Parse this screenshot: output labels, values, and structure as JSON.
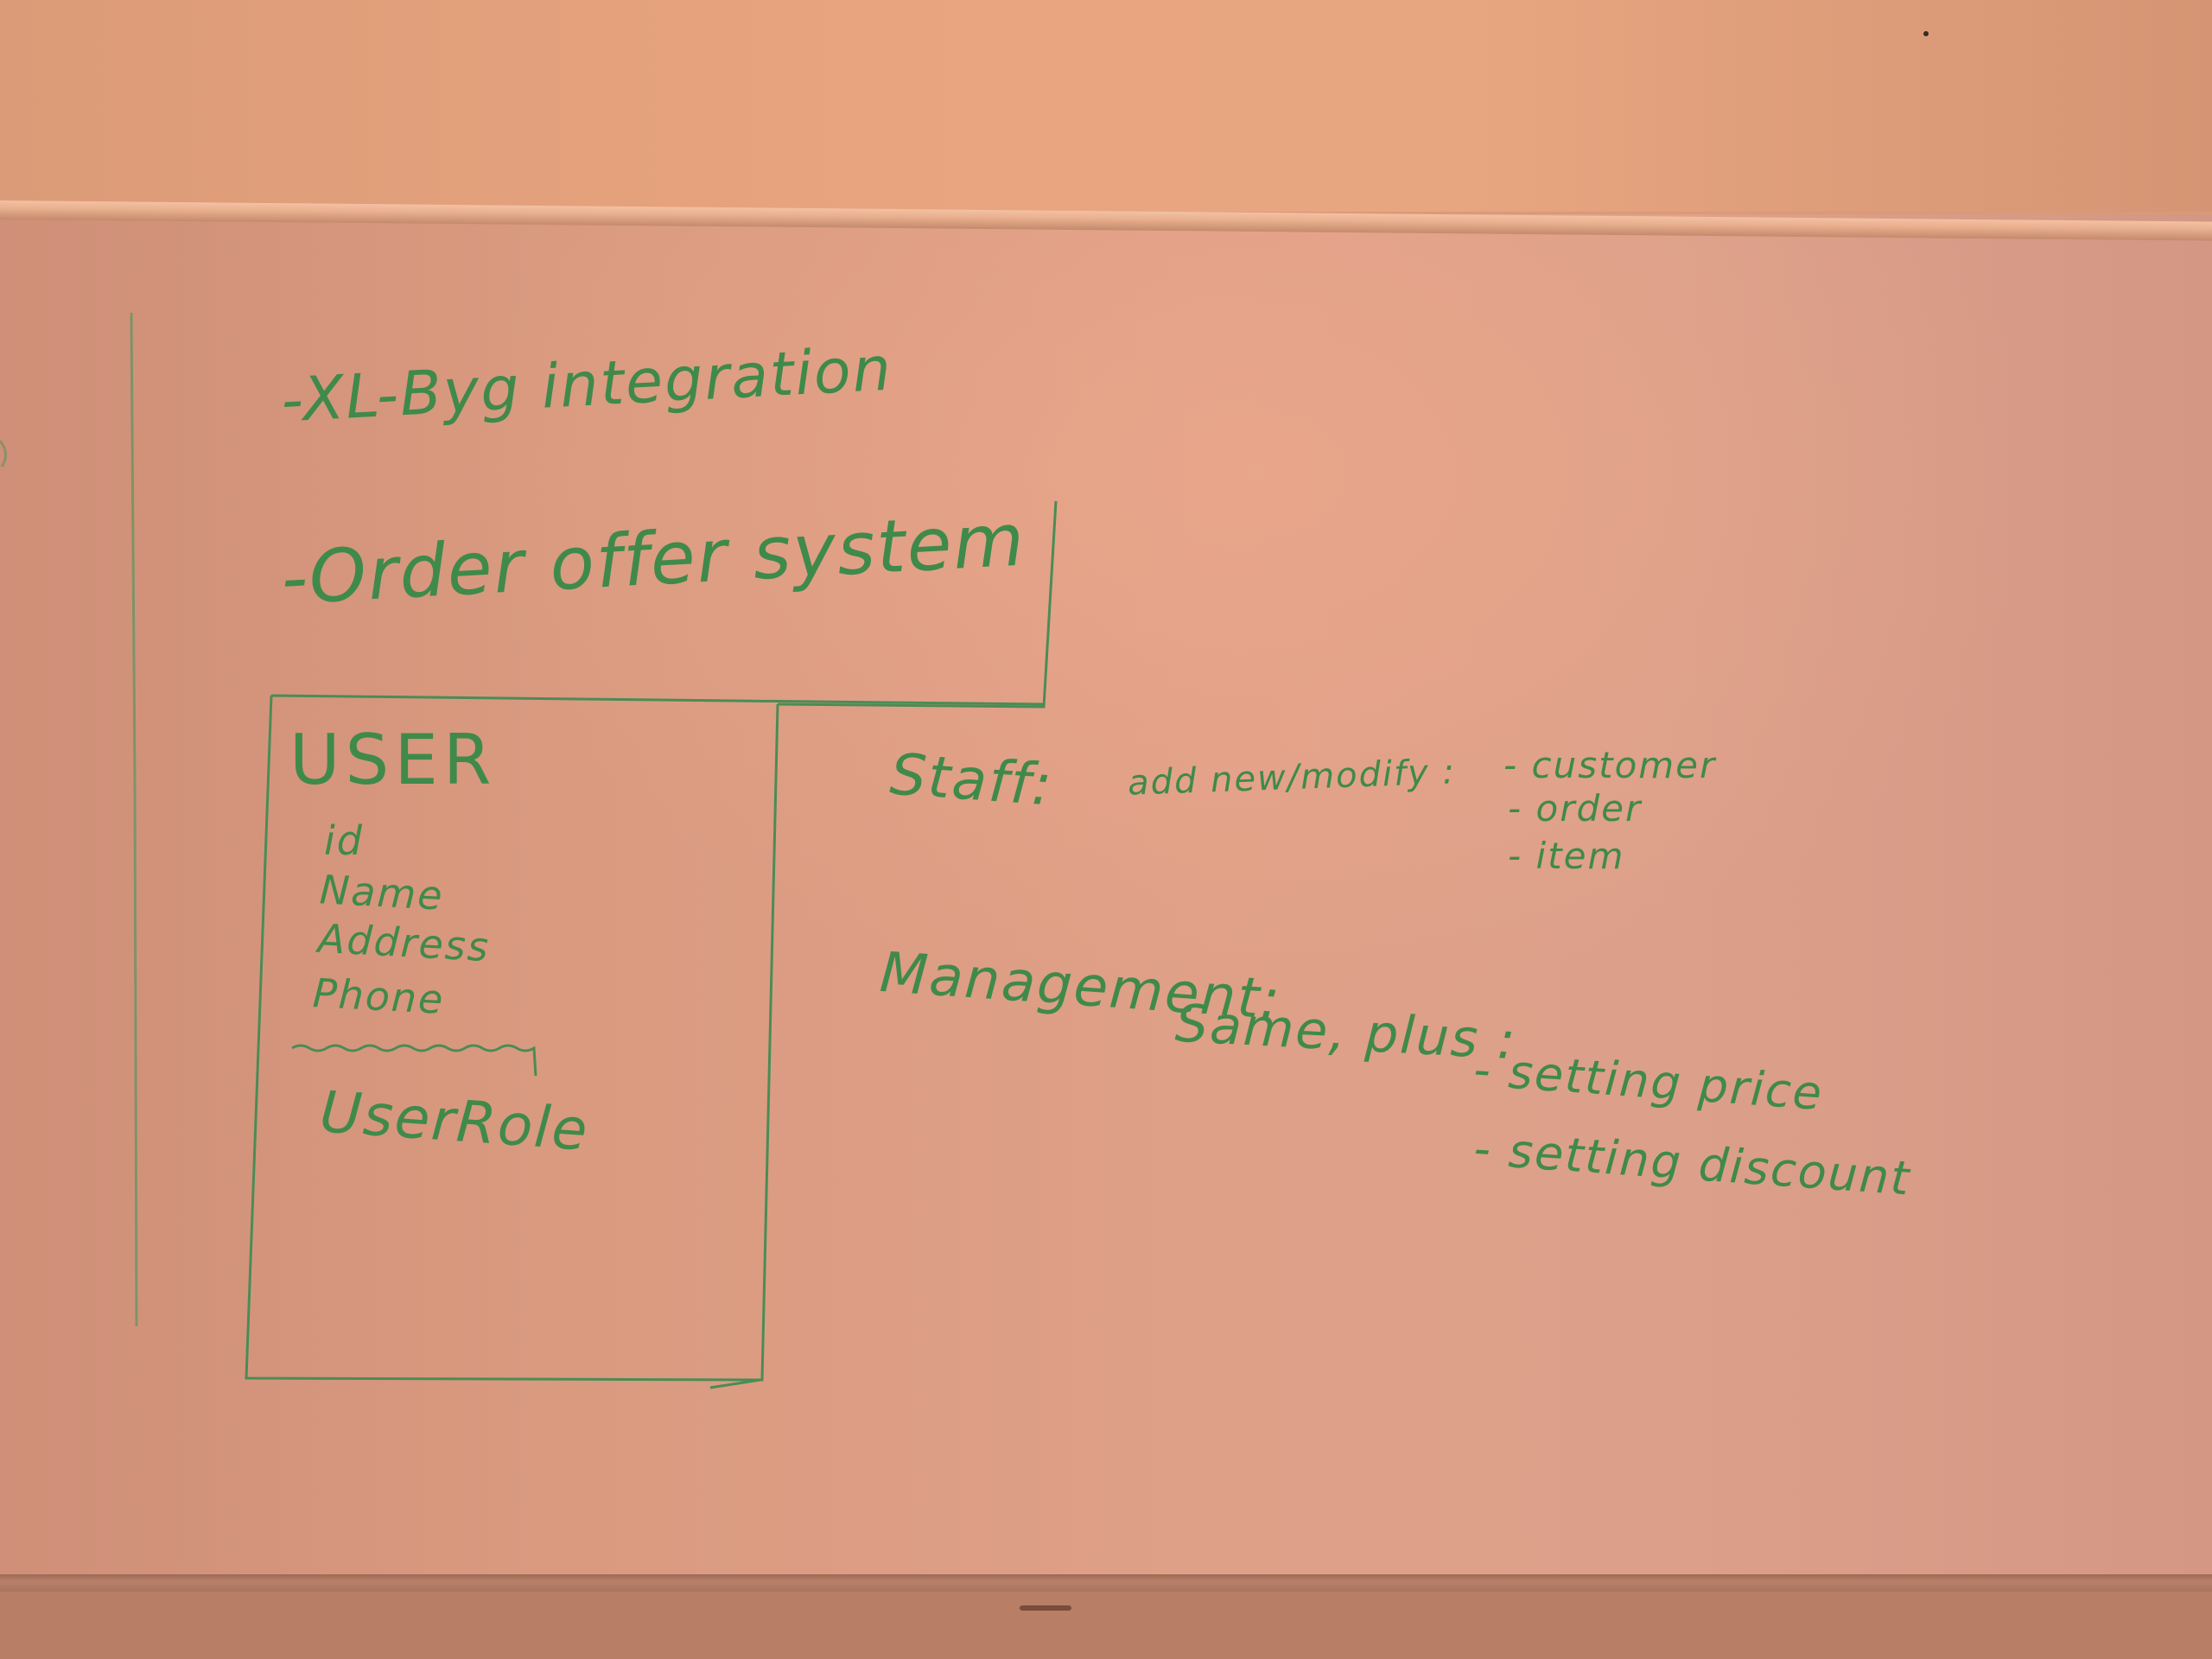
{
  "whiteboard": {
    "line_1": "-XL-Byg  integration",
    "line_2": "-Order  offer  system",
    "user_entity": {
      "title": "USER",
      "fields": [
        "id",
        "Name",
        "Address",
        "Phone"
      ],
      "extra": "UserRole"
    },
    "staff": {
      "label": "Staff:",
      "action": "add new/modify :",
      "items": [
        "- customer",
        "- order",
        "- item"
      ]
    },
    "management": {
      "label": "Management:",
      "action": "Same, plus :",
      "items": [
        "- setting  price",
        "- setting  discount"
      ]
    },
    "ink_color": "#3f8a4a"
  }
}
